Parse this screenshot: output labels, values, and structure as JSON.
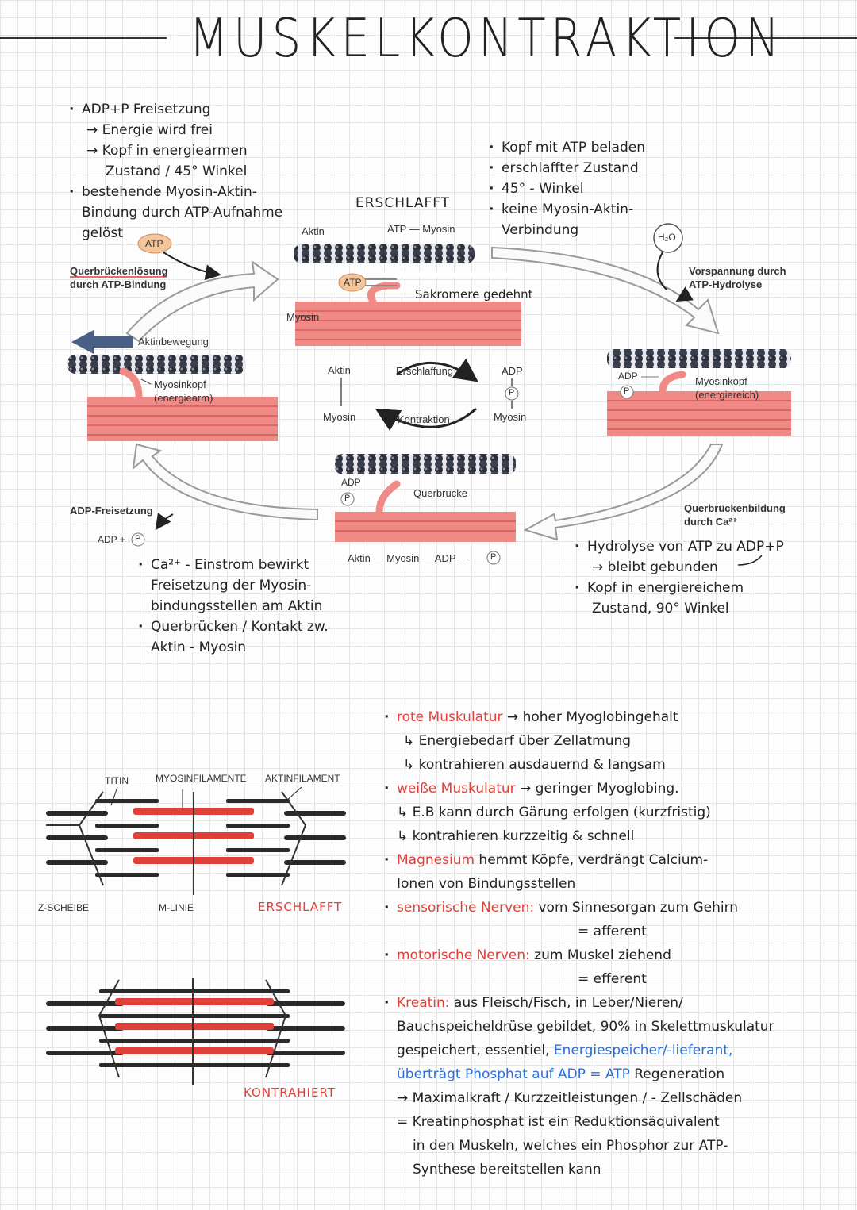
{
  "title": "MUSKELKONTRAKTION",
  "notes_top_left": {
    "b1": [
      "ADP+P Freisetzung",
      "→ Energie wird frei",
      "→ Kopf in energiearmen",
      "Zustand / 45° Winkel"
    ],
    "b2": [
      "bestehende Myosin-Aktin-",
      "Bindung durch ATP-Aufnahme",
      "gelöst"
    ]
  },
  "notes_top_right": [
    "Kopf mit ATP beladen",
    "erschlaffter Zustand",
    "45° - Winkel",
    "keine Myosin-Aktin-",
    "Verbindung"
  ],
  "notes_mid_left": {
    "b1": [
      "Ca²⁺ - Einstrom bewirkt",
      "Freisetzung der Myosin-",
      "bindungsstellen am Aktin"
    ],
    "b2": [
      "Querbrücken / Kontakt zw.",
      "Aktin - Myosin"
    ]
  },
  "notes_mid_right": {
    "b1": [
      "Hydrolyse von ATP zu ADP+P",
      "→ bleibt gebunden"
    ],
    "b2": [
      "Kopf in energiereichem",
      "Zustand, 90° Winkel"
    ]
  },
  "diagram": {
    "erschlafft": "ERSCHLAFFT",
    "aktin": "Aktin",
    "myosin": "Myosin",
    "atp": "ATP",
    "atp_myosin": "ATP — Myosin",
    "sakromere": "Sakromere gedehnt",
    "querbrueckenloesung": "Querbrückenlösung",
    "durch_atp": "durch ATP-Bindung",
    "vorspannung": "Vorspannung durch",
    "atp_hydrolyse": "ATP-Hydrolyse",
    "h2o": "H₂O",
    "aktinbewegung": "Aktinbewegung",
    "myosinkopf": "Myosinkopf",
    "energiearm": "(energiearm)",
    "energiereich": "(energiereich)",
    "adp": "ADP",
    "p": "P",
    "erschlaffung": "Erschlaffung",
    "kontraktion": "Kontraktion",
    "querbruecke": "Querbrücke",
    "adp_freisetzung": "ADP-Freisetzung",
    "adp_plus": "ADP +",
    "querbrueckenbildung": "Querbrückenbildung",
    "durch_ca": "durch Ca²⁺",
    "aktin_myosin_adp": "Aktin — Myosin — ADP —"
  },
  "sarcomere": {
    "titin": "TITIN",
    "myosinfilamente": "MYOSINFILAMENTE",
    "aktinfilament": "AKTINFILAMENT",
    "z_scheibe": "Z-SCHEIBE",
    "m_linie": "M-LINIE",
    "erschlafft": "ERSCHLAFFT",
    "kontrahiert": "KONTRAHIERT"
  },
  "notes_bottom": {
    "rote": {
      "head": "rote Muskulatur",
      "rest": " → hoher Myoglobingehalt",
      "l2": "↳ Energiebedarf über Zellatmung",
      "l3": "↳ kontrahieren ausdauernd & langsam"
    },
    "weisse": {
      "head": "weiße Muskulatur",
      "rest": " → geringer Myoglobing.",
      "l2": "↳ E.B kann durch Gärung erfolgen (kurzfristig)",
      "l3": "↳ kontrahieren kurzzeitig & schnell"
    },
    "magnesium": {
      "head": "Magnesium",
      "rest": " hemmt Köpfe, verdrängt Calcium-",
      "l2": "Ionen von Bindungsstellen"
    },
    "sensorische": {
      "head": "sensorische Nerven:",
      "rest": " vom Sinnesorgan zum Gehirn",
      "l2": "= afferent"
    },
    "motorische": {
      "head": "motorische Nerven:",
      "rest": " zum Muskel ziehend",
      "l2": "= efferent"
    },
    "kreatin": {
      "head": "Kreatin:",
      "rest": " aus Fleisch/Fisch, in Leber/Nieren/",
      "l2": "Bauchspeicheldrüse gebildet, 90% in Skelettmuskulatur",
      "l3a": "gespeichert, essentiel, ",
      "l3b": "Energiespeicher/-lieferant,",
      "l4a": "überträgt Phosphat auf ADP = ATP",
      "l4b": " Regeneration",
      "l5": "→ Maximalkraft / Kurzzeitleistungen / - Zellschäden",
      "l6": "= Kreatinphosphat ist ein Reduktionsäquivalent",
      "l7": "in den Muskeln, welches ein Phosphor zur ATP-",
      "l8": "Synthese bereitstellen kann"
    }
  }
}
